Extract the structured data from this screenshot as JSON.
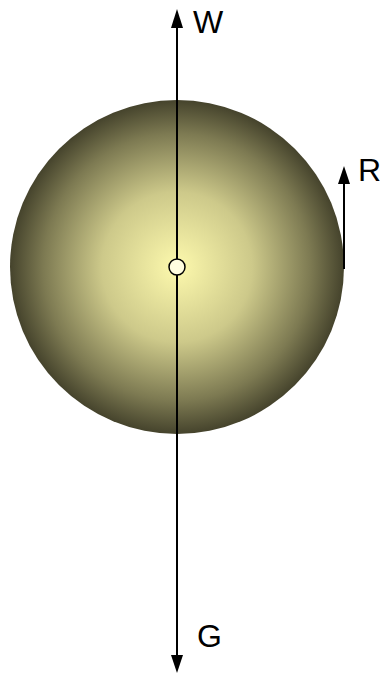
{
  "diagram": {
    "labels": [
      "W",
      "R",
      "G"
    ]
  }
}
